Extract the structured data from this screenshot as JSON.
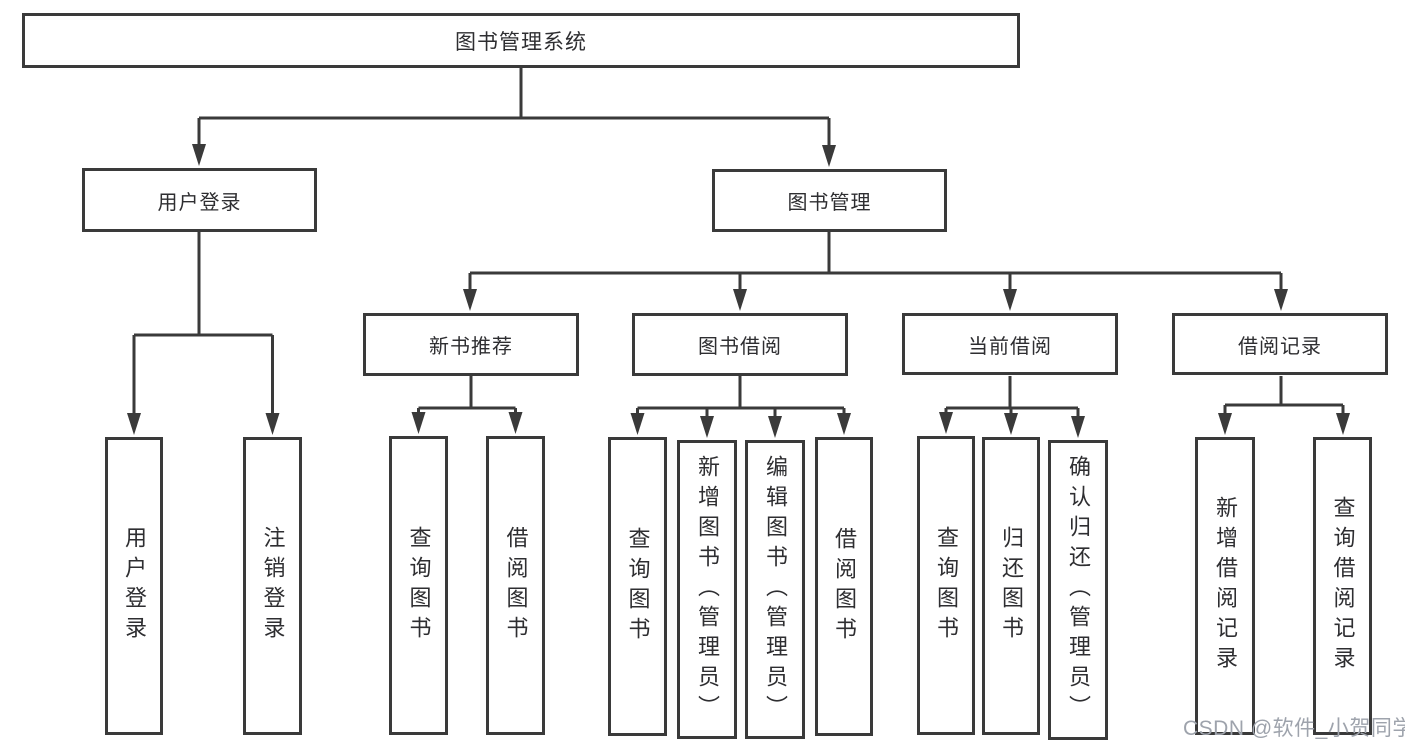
{
  "colors": {
    "line": "#3a3a3a",
    "text": "#2e2e31",
    "watermark": "#9ea3ac"
  },
  "tree": {
    "label": "图书管理系统",
    "children": [
      {
        "label": "用户登录",
        "children": [
          {
            "label": "用户登录"
          },
          {
            "label": "注销登录"
          }
        ]
      },
      {
        "label": "图书管理",
        "children": [
          {
            "label": "新书推荐",
            "children": [
              {
                "label": "查询图书"
              },
              {
                "label": "借阅图书"
              }
            ]
          },
          {
            "label": "图书借阅",
            "children": [
              {
                "label": "查询图书"
              },
              {
                "label": "新增图书（管理员）"
              },
              {
                "label": "编辑图书（管理员）"
              },
              {
                "label": "借阅图书"
              }
            ]
          },
          {
            "label": "当前借阅",
            "children": [
              {
                "label": "查询图书"
              },
              {
                "label": "归还图书"
              },
              {
                "label": "确认归还（管理员）"
              }
            ]
          },
          {
            "label": "借阅记录",
            "children": [
              {
                "label": "新增借阅记录"
              },
              {
                "label": "查询借阅记录"
              }
            ]
          }
        ]
      }
    ]
  },
  "watermark": {
    "text": "CSDN @软件_小贺同学"
  }
}
